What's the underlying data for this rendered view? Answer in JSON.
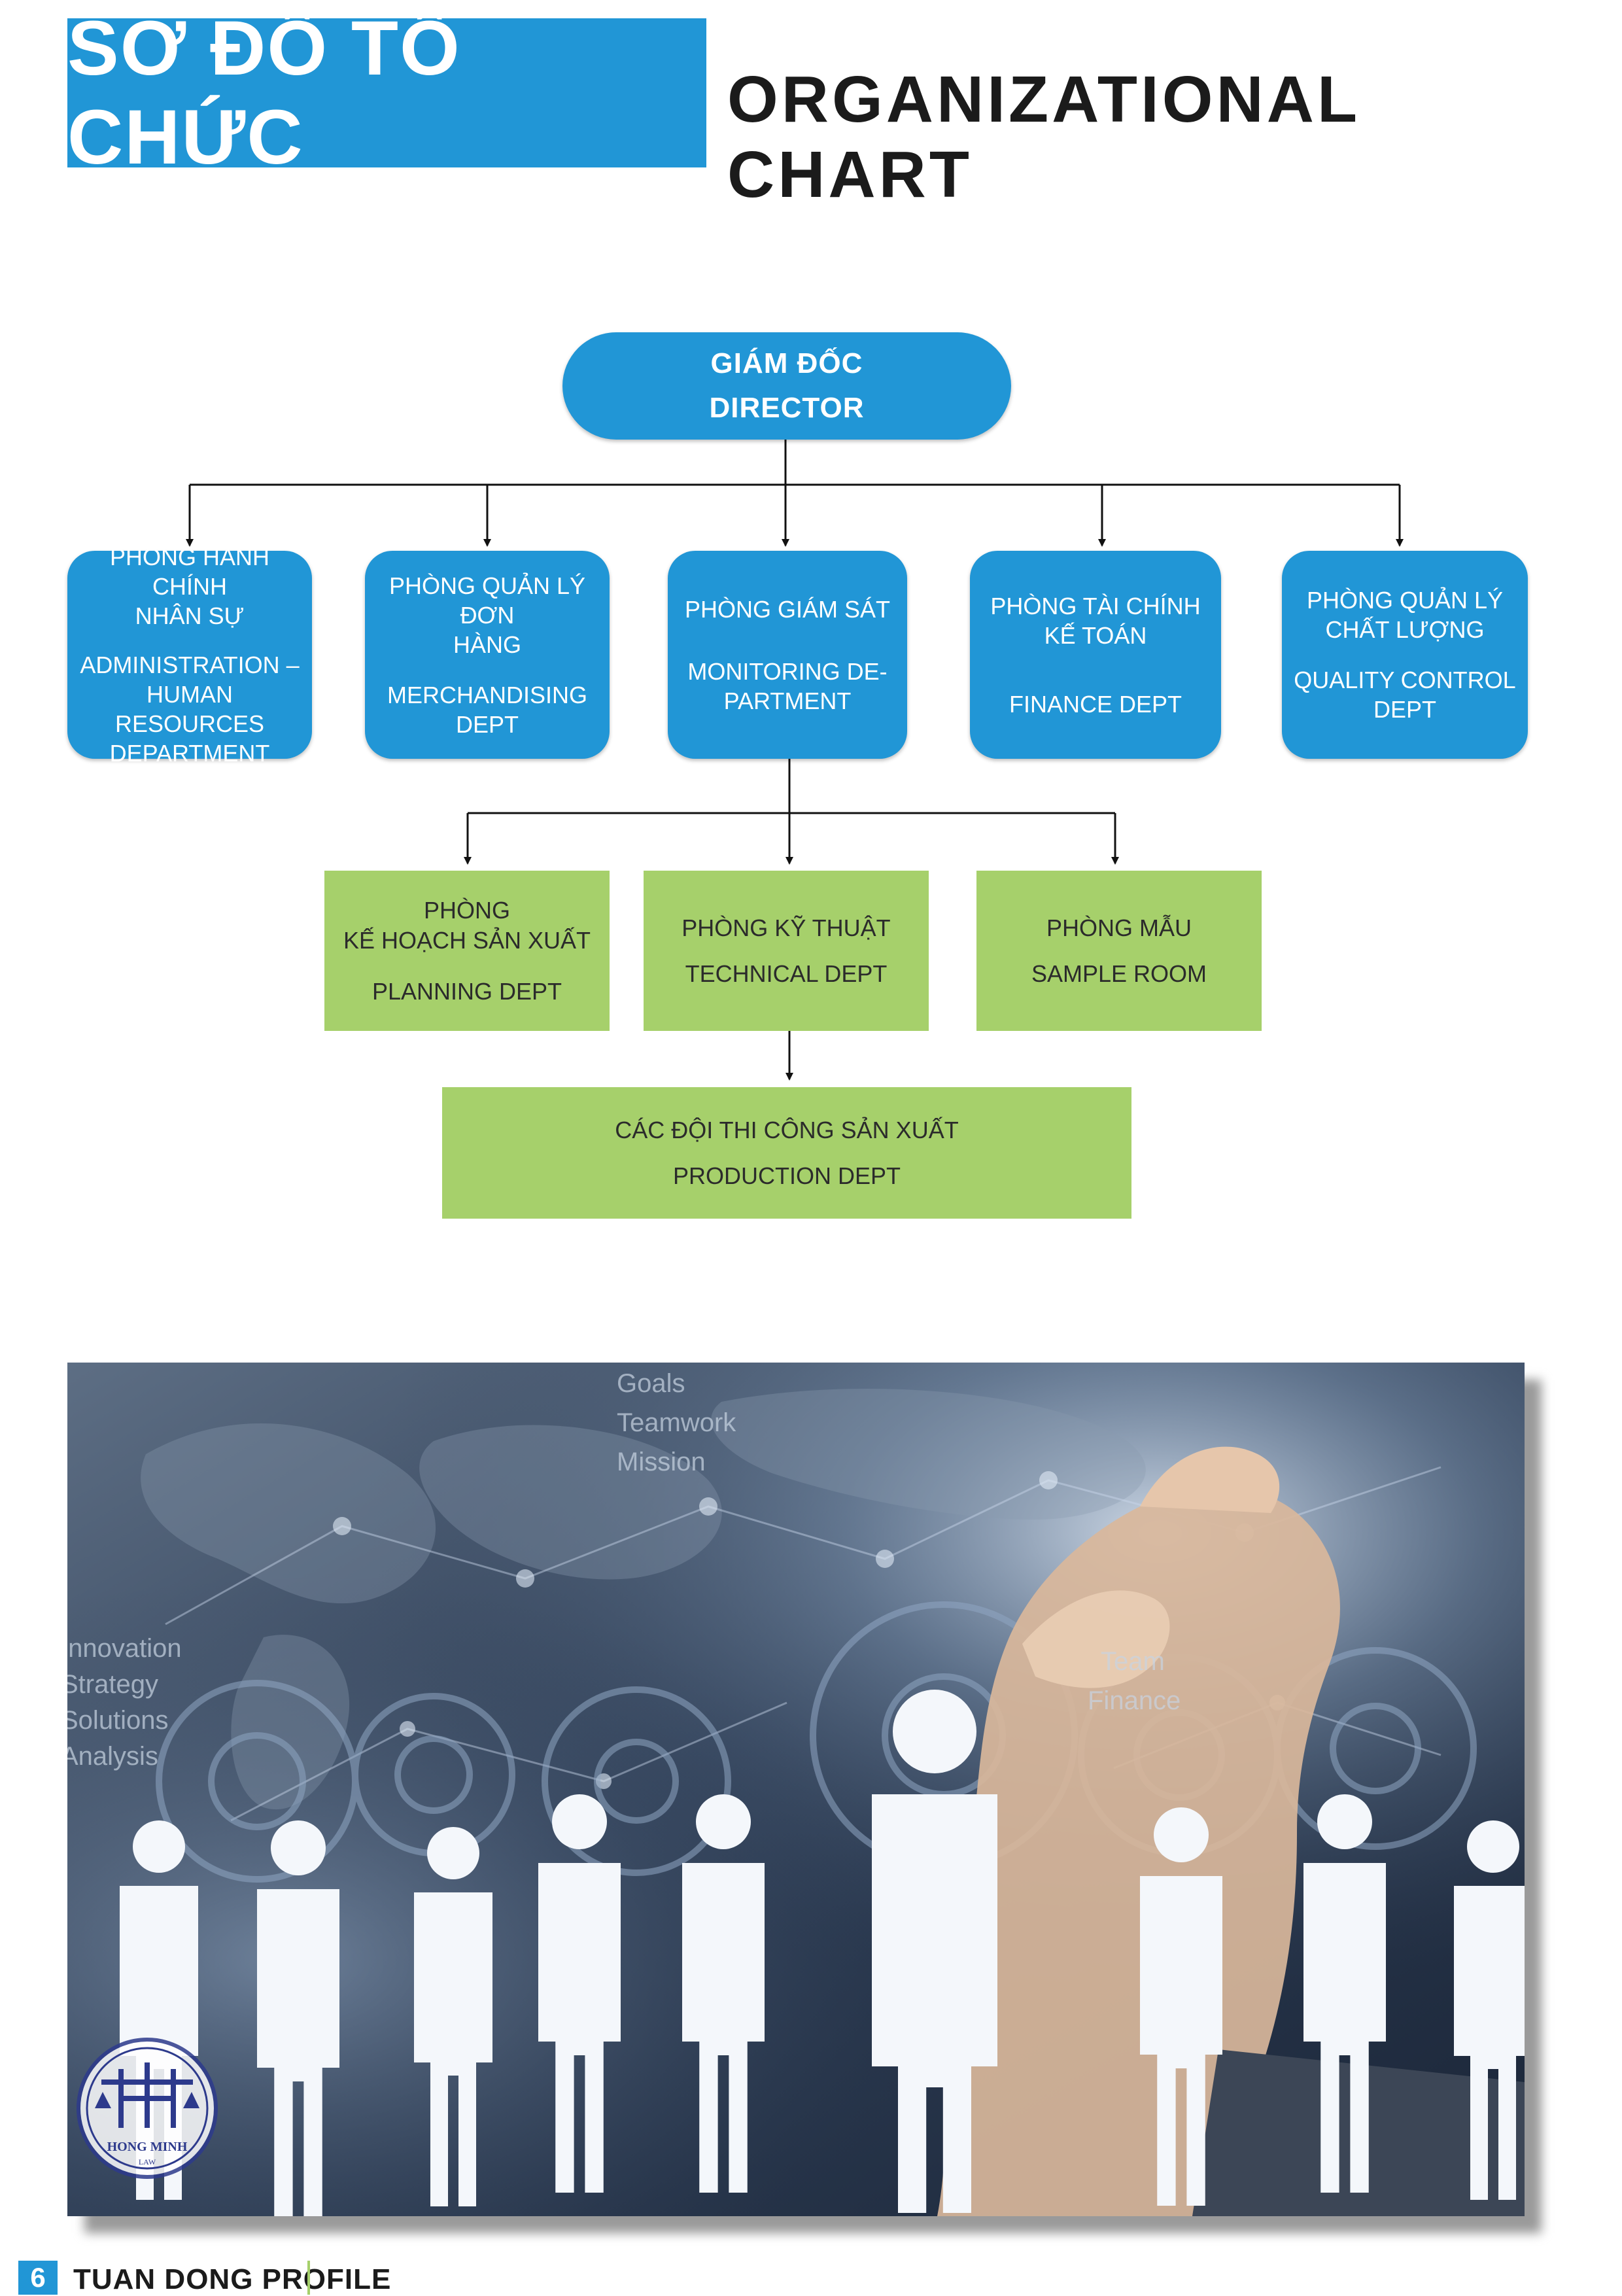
{
  "header": {
    "title_vi": "SƠ ĐỒ TỔ CHỨC",
    "title_en": "ORGANIZATIONAL CHART",
    "accent_color": "#2196d6"
  },
  "org": {
    "director": {
      "vi": "GIÁM ĐỐC",
      "en": "DIRECTOR"
    },
    "departments": [
      {
        "vi": "PHÒNG HÀNH CHÍNH\nNHÂN SỰ",
        "en": "ADMINISTRATION –\nHUMAN RESOURCES\nDEPARTMENT"
      },
      {
        "vi": "PHÒNG QUẢN LÝ ĐƠN\nHÀNG",
        "en": "MERCHANDISING\nDEPT"
      },
      {
        "vi": "PHÒNG GIÁM SÁT",
        "en": "MONITORING DE-\nPARTMENT"
      },
      {
        "vi": "PHÒNG TÀI CHÍNH\nKẾ TOÁN",
        "en": "FINANCE DEPT"
      },
      {
        "vi": "PHÒNG QUẢN LÝ\nCHẤT LƯỢNG",
        "en": "QUALITY CONTROL\nDEPT"
      }
    ],
    "sub_departments": [
      {
        "vi": "PHÒNG\nKẾ HOẠCH SẢN XUẤT",
        "en": "PLANNING DEPT"
      },
      {
        "vi": "PHÒNG KỸ THUẬT",
        "en": "TECHNICAL DEPT"
      },
      {
        "vi": "PHÒNG MẪU",
        "en": "SAMPLE ROOM"
      }
    ],
    "production": {
      "vi": "CÁC ĐỘI THI CÔNG SẢN XUẤT",
      "en": "PRODUCTION DEPT"
    },
    "colors": {
      "blue_box": "#2196d6",
      "green_box": "#a6d06b"
    }
  },
  "photo": {
    "overlay_words": [
      "Goals",
      "Teamwork",
      "Mission",
      "Innovation",
      "Strategy",
      "Solutions",
      "Analysis",
      "Team",
      "Finance"
    ],
    "logo_text": "HONG MINH",
    "logo_sub": "LAW"
  },
  "footer": {
    "page_number": "6",
    "label": "TUAN DONG PROFILE"
  }
}
